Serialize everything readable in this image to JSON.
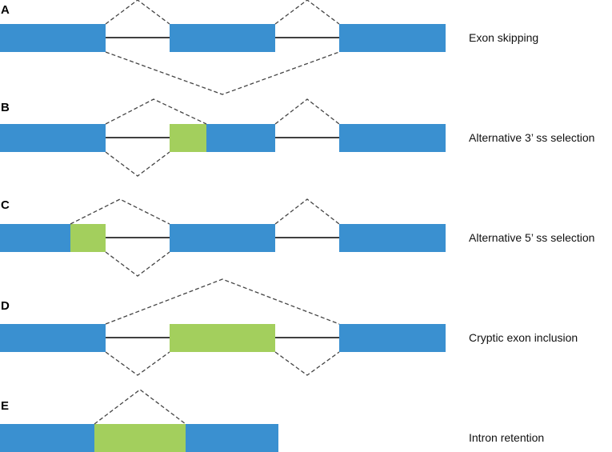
{
  "colors": {
    "constitutive_exon": "#3a90d0",
    "alternative_segment": "#a3cf5d",
    "intron_line": "#000000",
    "splice_connection": "#444444"
  },
  "panels": [
    {
      "letter": "A",
      "caption": "Exon skipping"
    },
    {
      "letter": "B",
      "caption": "Alternative 3’ ss selection"
    },
    {
      "letter": "C",
      "caption": "Alternative 5’ ss selection"
    },
    {
      "letter": "D",
      "caption": "Cryptic exon inclusion"
    },
    {
      "letter": "E",
      "caption": "Intron retention"
    }
  ]
}
